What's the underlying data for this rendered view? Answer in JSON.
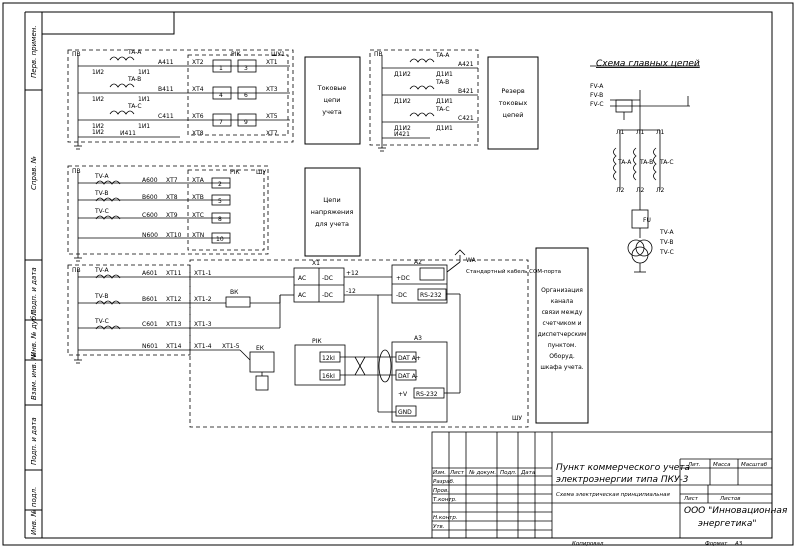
{
  "side_stamps": [
    "Перв. примен.",
    "Справ. №",
    "Подп. и дата",
    "Инв. № дубл.",
    "Взам. инв. №",
    "Подп. и дата",
    "Инв. № подл."
  ],
  "block1": {
    "frame_label": "ПВ",
    "panel_label": "РIК",
    "panel_id": "ШУ1",
    "ct_labels": [
      "TA-A",
      "TA-B",
      "TA-C"
    ],
    "left_terms": [
      "1И2",
      "1И2",
      "1И2",
      "1И2"
    ],
    "right_terms": [
      "1И1",
      "1И1",
      "1И1"
    ],
    "wires": [
      "A411",
      "B411",
      "C411",
      "И411"
    ],
    "xt_left": [
      "ХТ2",
      "ХТ4",
      "ХТ6",
      "ХТ8"
    ],
    "xt_right": [
      "ХТ1",
      "ХТ3",
      "ХТ5",
      "ХТ7"
    ],
    "pins_left": [
      "1",
      "4",
      "7"
    ],
    "pins_right": [
      "3",
      "6",
      "9"
    ]
  },
  "box_current": [
    "Токовые",
    "цепи",
    "учета"
  ],
  "block2": {
    "frame_label": "ПВ",
    "ct_labels": [
      "TA-A",
      "TA-B",
      "TA-C"
    ],
    "left_terms": [
      "Д1И2",
      "Д1И2",
      "Д1И2",
      "И421"
    ],
    "right_terms": [
      "Д1И1",
      "Д1И1",
      "Д1И1"
    ],
    "wires": [
      "A421",
      "B421",
      "C421"
    ]
  },
  "box_reserve": [
    "Резерв",
    "токовых",
    "цепей"
  ],
  "block3": {
    "frame_label": "ПВ",
    "panel_label": "РIК",
    "panel_id": "ШУ",
    "vt_labels": [
      "TV-A",
      "TV-B",
      "TV-C"
    ],
    "wires": [
      "A600",
      "B600",
      "C600",
      "N600"
    ],
    "xt": [
      "ХТ7",
      "ХТ8",
      "ХТ9",
      "ХТ10"
    ],
    "xt_panel": [
      "ХТА",
      "ХТВ",
      "ХТС",
      "ХТN"
    ],
    "pins": [
      "2",
      "5",
      "8",
      "10"
    ]
  },
  "box_voltage": [
    "Цепи",
    "напряжения",
    "для учета"
  ],
  "block4": {
    "frame_label": "ПВ",
    "vt_labels": [
      "TV-A",
      "TV-B",
      "TV-C"
    ],
    "wires": [
      "A601",
      "B601",
      "C601",
      "N601"
    ],
    "xt": [
      "ХТ11",
      "ХТ12",
      "ХТ13",
      "ХТ14"
    ],
    "xt_main": [
      "ХТ1-1",
      "ХТ1-2",
      "ХТ1-3",
      "ХТ1-4"
    ],
    "xt_extra": "ХТ1-5",
    "breaker": "ВК",
    "psu": "ЕК",
    "conv": "Х1",
    "conv_io": [
      "AC",
      "-DC",
      "AC",
      "-DC"
    ],
    "conv_nums": [
      "+12",
      "-12"
    ],
    "ac_label": "А2",
    "ac_pins": [
      "-DC",
      "RS-232",
      "+DC"
    ],
    "meter_label": "РIК",
    "meter_pins": [
      "12kI",
      "16kI"
    ],
    "a3_label": "А3",
    "a3_pins": [
      "DAT A+",
      "DAT A-",
      "RS-232",
      "GND",
      "+V"
    ],
    "antenna": "WA",
    "note": "Стандартный кабель COM-порта",
    "panel_id": "ШУ"
  },
  "box_org": [
    "Организация",
    "канала",
    "связи между",
    "счетчиком и",
    "диспетчерским",
    "пунктом.",
    "Оборуд.",
    "шкафа учета."
  ],
  "main_circuits": {
    "title": "Схема главных цепей",
    "feeds": [
      "FV-A",
      "FV-B",
      "FV-C"
    ],
    "ct": [
      "TA-A",
      "TA-B",
      "TA-C"
    ],
    "ct_top": [
      "Л1",
      "Л1",
      "Л1"
    ],
    "ct_bot": [
      "Л2",
      "Л2",
      "Л2"
    ],
    "fuse": "FU",
    "vt": [
      "TV-A",
      "TV-B",
      "TV-C"
    ]
  },
  "title_block": {
    "name_lines": [
      "Пункт коммерческого учета",
      "электроэнергии типа ПКУ-3"
    ],
    "subtitle": "Схема электрическая принципиальная",
    "org_lines": [
      "ООО \"Инновационная",
      "энергетика\""
    ],
    "col_headers": [
      "Изм.",
      "Лист",
      "№ докум.",
      "Подп.",
      "Дата"
    ],
    "role_labels": [
      "Разраб.",
      "Пров.",
      "Т.контр.",
      "Н.контр.",
      "Утв."
    ],
    "lit": "Лит.",
    "mass": "Масса",
    "scale": "Масштаб",
    "sheet": "Лист",
    "sheets": "Листов",
    "copied": "Копировал",
    "format": "Формат",
    "format_value": "А3"
  }
}
